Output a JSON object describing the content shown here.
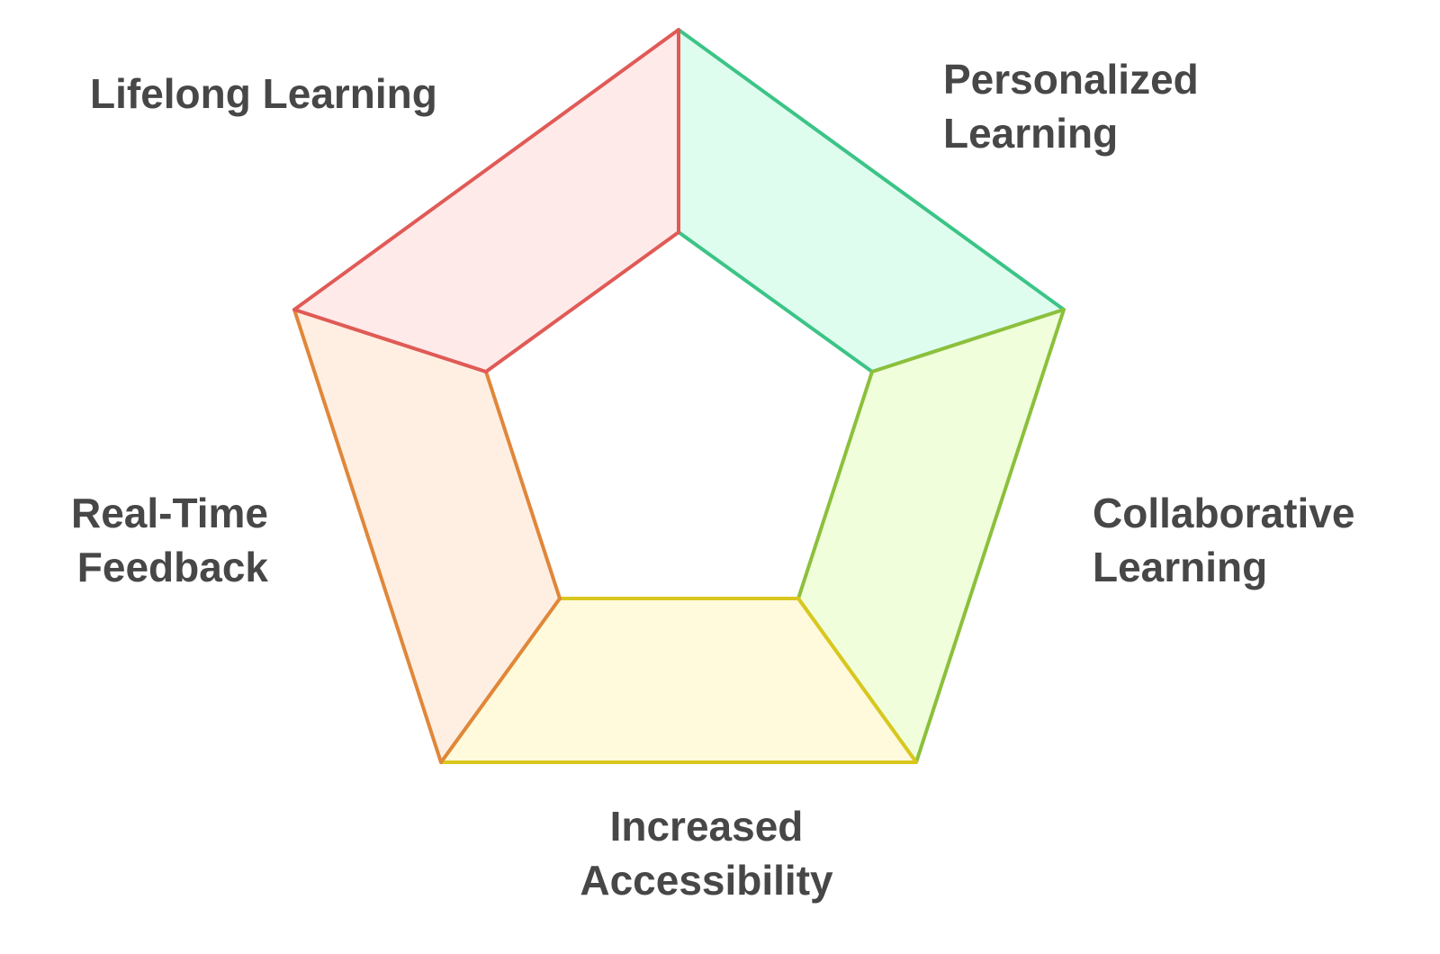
{
  "segments": [
    {
      "id": "personalized",
      "lines": [
        "Personalized",
        "Learning"
      ],
      "stroke": "#3CC487",
      "fill": "#DFFDEF"
    },
    {
      "id": "collaborative",
      "lines": [
        "Collaborative",
        "Learning"
      ],
      "stroke": "#8CC03C",
      "fill": "#F0FEDB"
    },
    {
      "id": "accessibility",
      "lines": [
        "Increased",
        "Accessibility"
      ],
      "stroke": "#D9C71E",
      "fill": "#FFFADB"
    },
    {
      "id": "realtime",
      "lines": [
        "Real-Time",
        "Feedback"
      ],
      "stroke": "#E0873A",
      "fill": "#FFEFE3"
    },
    {
      "id": "lifelong",
      "lines": [
        "Lifelong Learning"
      ],
      "stroke": "#E05A56",
      "fill": "#FFEAEA"
    }
  ]
}
